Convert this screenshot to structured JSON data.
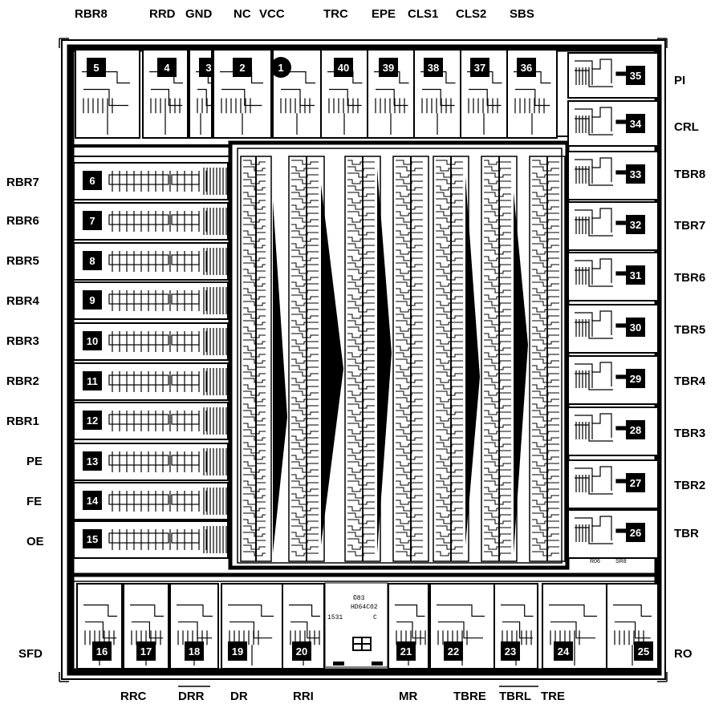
{
  "top_labels": [
    "RBR8",
    "RRD",
    "GND",
    "NC",
    "VCC",
    "TRC",
    "EPE",
    "CLS1",
    "CLS2",
    "SBS"
  ],
  "left_labels": [
    "RBR7",
    "RBR6",
    "RBR5",
    "RBR4",
    "RBR3",
    "RBR2",
    "RBR1",
    "PE",
    "FE",
    "OE",
    "SFD"
  ],
  "right_labels": [
    "PI",
    "CRL",
    "TBR8",
    "TBR7",
    "TBR6",
    "TBR5",
    "TBR4",
    "TBR3",
    "TBR2",
    "TBR",
    "RO"
  ],
  "bottom_labels": [
    "RRC",
    "DRR",
    "DR",
    "RRI",
    "MR",
    "TBRE",
    "TBRL",
    "TRE"
  ],
  "overlined_labels": [
    "DRR",
    "TBRL"
  ],
  "pads": {
    "top": [
      "5",
      "4",
      "3",
      "2",
      "1",
      "40",
      "39",
      "38",
      "37",
      "36"
    ],
    "left": [
      "6",
      "7",
      "8",
      "9",
      "10",
      "11",
      "12",
      "13",
      "14",
      "15"
    ],
    "right": [
      "35",
      "34",
      "33",
      "32",
      "31",
      "30",
      "29",
      "28",
      "27",
      "26"
    ],
    "bottom": [
      "16",
      "17",
      "18",
      "19",
      "20",
      "21",
      "22",
      "23",
      "24",
      "25"
    ]
  },
  "die_markings": {
    "copyright": "©83",
    "part": "HD64C02",
    "lot": "1531",
    "rev": "C",
    "right_tag1": "R06",
    "right_tag2": "SR8"
  }
}
